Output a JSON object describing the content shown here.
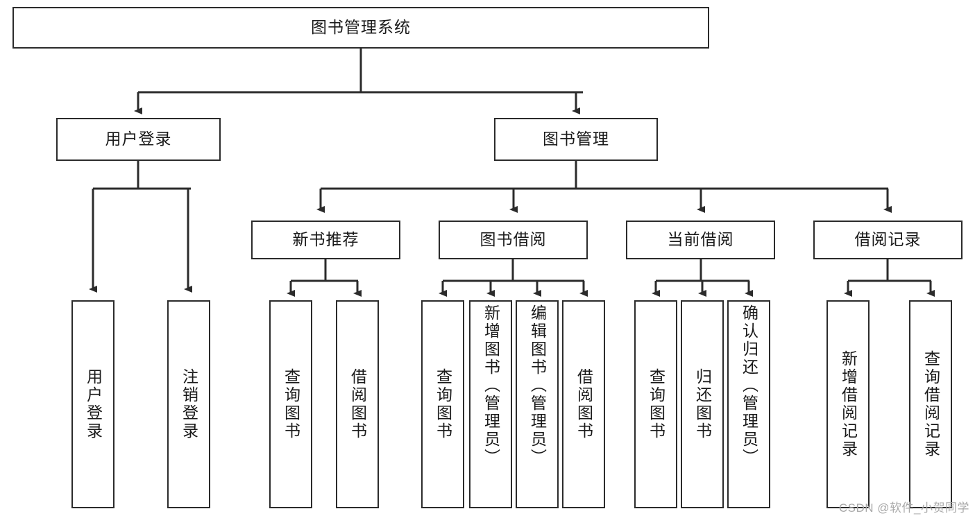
{
  "diagram": {
    "title": "图书管理系统",
    "watermark": "CSDN @软件_小贺同学",
    "stroke_color": "#2b2b2b",
    "background_color": "#ffffff",
    "text_color": "#1a1a1a",
    "watermark_color": "#a9a9a9",
    "type": "tree",
    "root": {
      "label": "图书管理系统",
      "children": [
        {
          "label": "用户登录",
          "children": [
            {
              "label": "用户登录"
            },
            {
              "label": "注销登录"
            }
          ]
        },
        {
          "label": "图书管理",
          "children": [
            {
              "label": "新书推荐",
              "children": [
                {
                  "label": "查询图书"
                },
                {
                  "label": "借阅图书"
                }
              ]
            },
            {
              "label": "图书借阅",
              "children": [
                {
                  "label": "查询图书"
                },
                {
                  "label": "新增图书（管理员）"
                },
                {
                  "label": "编辑图书（管理员）"
                },
                {
                  "label": "借阅图书"
                }
              ]
            },
            {
              "label": "当前借阅",
              "children": [
                {
                  "label": "查询图书"
                },
                {
                  "label": "归还图书"
                },
                {
                  "label": "确认归还（管理员）"
                }
              ]
            },
            {
              "label": "借阅记录",
              "children": [
                {
                  "label": "新增借阅记录"
                },
                {
                  "label": "查询借阅记录"
                }
              ]
            }
          ]
        }
      ]
    },
    "nodes": {
      "root": {
        "label": "图书管理系统"
      },
      "user_login": {
        "label": "用户登录"
      },
      "book_manage": {
        "label": "图书管理"
      },
      "new_book_rec": {
        "label": "新书推荐"
      },
      "book_borrow": {
        "label": "图书借阅"
      },
      "current_borrow": {
        "label": "当前借阅"
      },
      "borrow_record": {
        "label": "借阅记录"
      },
      "leaf_user_login": {
        "label": "用户登录"
      },
      "leaf_logout": {
        "label": "注销登录"
      },
      "leaf_rec_query": {
        "label": "查询图书"
      },
      "leaf_rec_borrow": {
        "label": "借阅图书"
      },
      "leaf_bb_query": {
        "label": "查询图书"
      },
      "leaf_bb_add": {
        "label": "新增图书（管理员）"
      },
      "leaf_bb_edit": {
        "label": "编辑图书（管理员）"
      },
      "leaf_bb_borrow": {
        "label": "借阅图书"
      },
      "leaf_cb_query": {
        "label": "查询图书"
      },
      "leaf_cb_return": {
        "label": "归还图书"
      },
      "leaf_cb_confirm": {
        "label": "确认归还（管理员）"
      },
      "leaf_br_add": {
        "label": "新增借阅记录"
      },
      "leaf_br_query": {
        "label": "查询借阅记录"
      }
    }
  }
}
